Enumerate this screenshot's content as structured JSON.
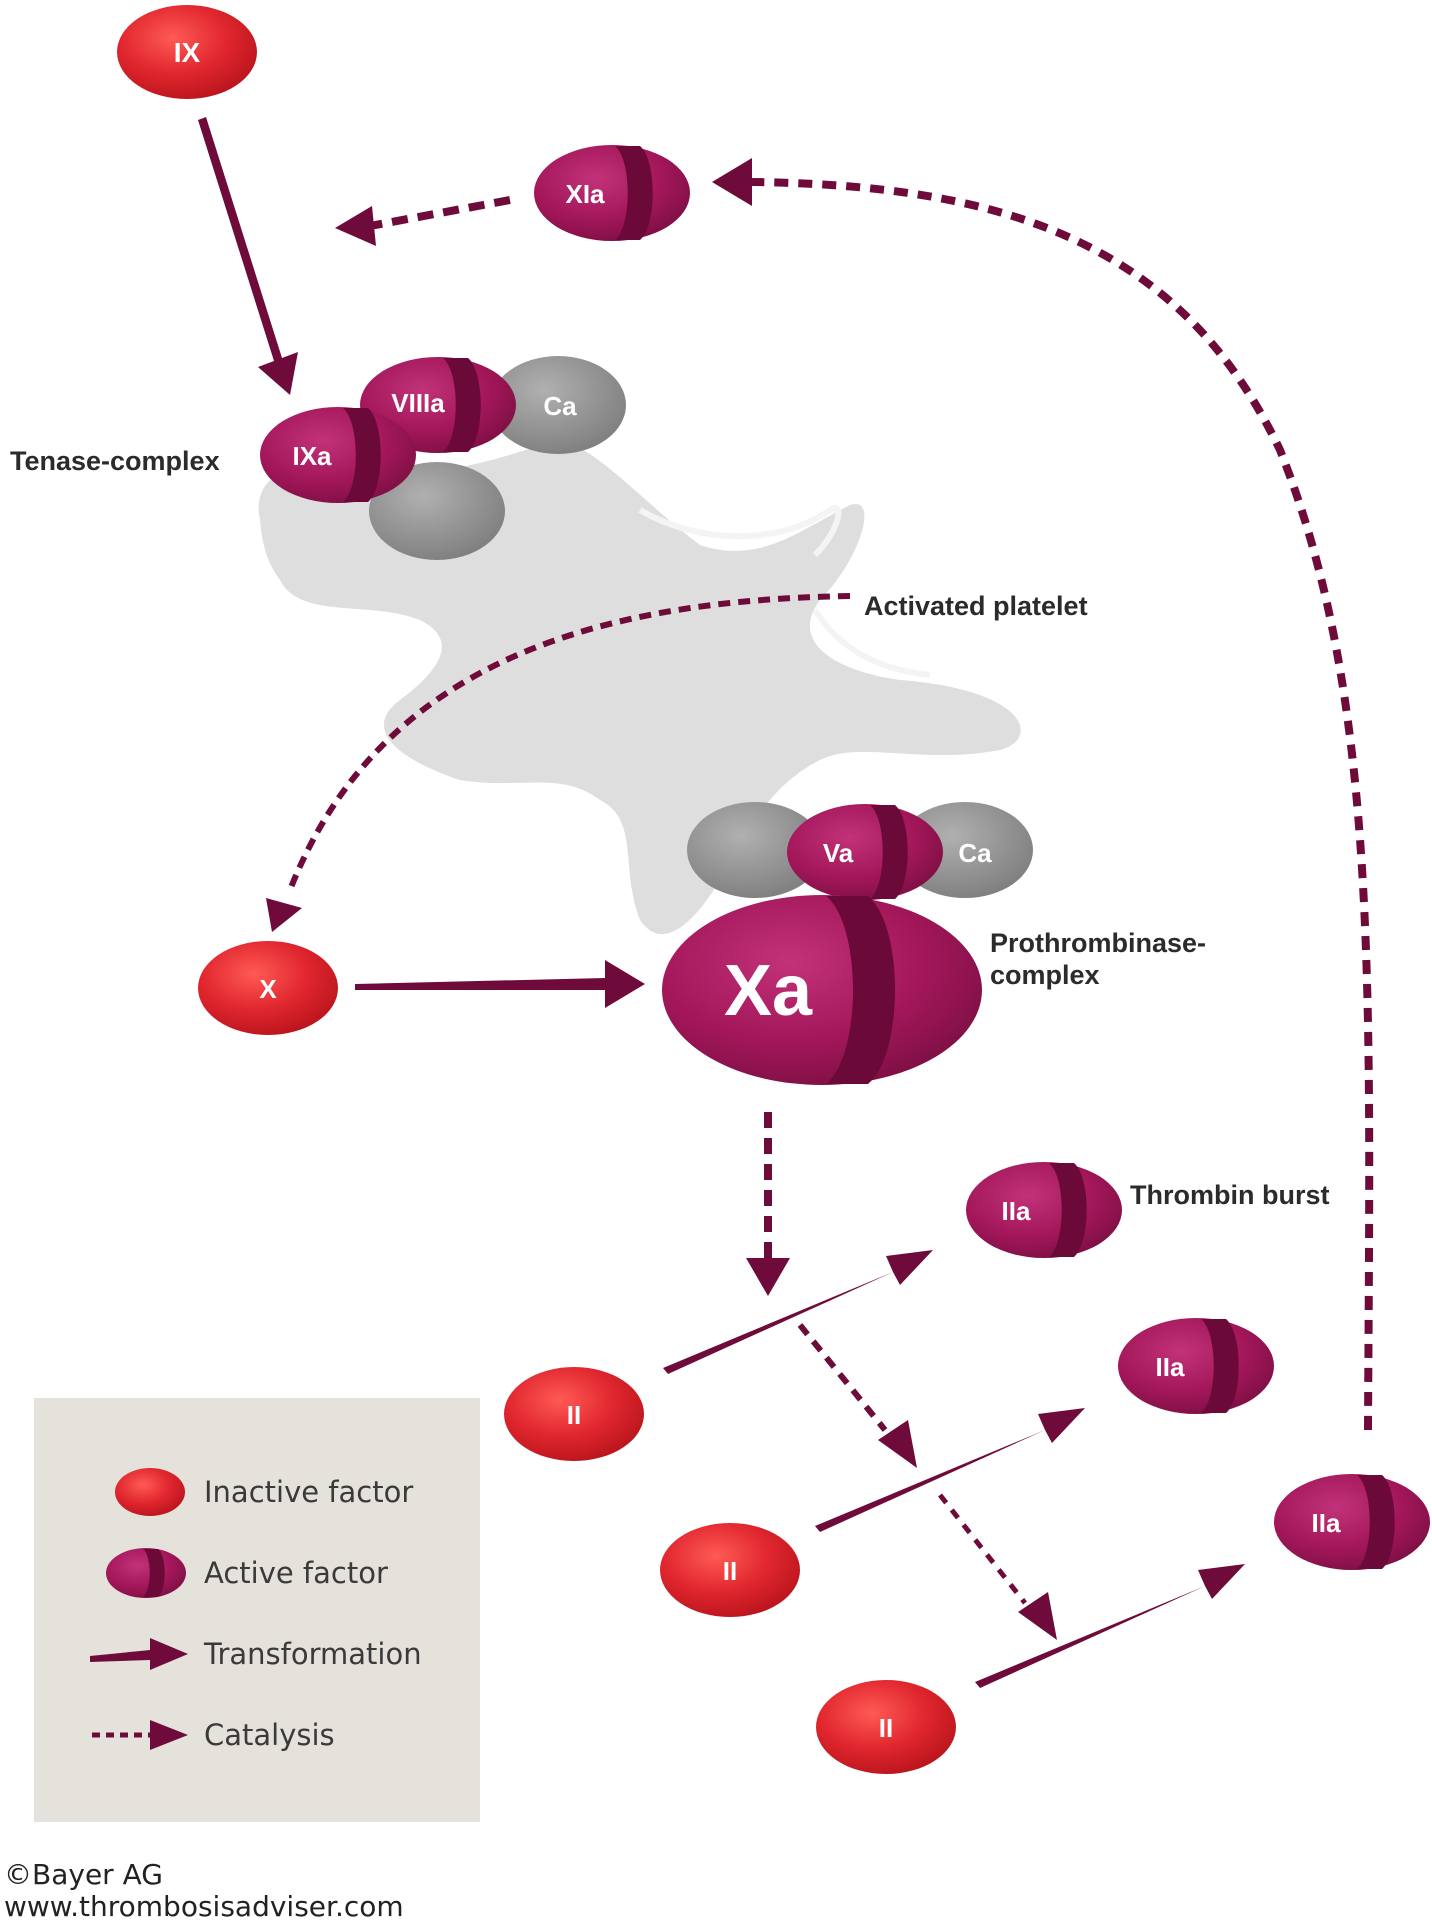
{
  "colors": {
    "inactive": "#e0262e",
    "active": "#a3175a",
    "active_dark": "#6b0a38",
    "arrow": "#6e0b3a",
    "gray_protein": "#8f8f8f",
    "platelet": "#dedede",
    "legend_bg": "#e5e2dc"
  },
  "factors": {
    "ix": "IX",
    "xia": "XIa",
    "viiia": "VIIIa",
    "ca_top": "Ca",
    "ixa": "IXa",
    "x": "X",
    "va": "Va",
    "ca_bottom": "Ca",
    "xa": "Xa",
    "iia_1": "IIa",
    "iia_2": "IIa",
    "iia_3": "IIa",
    "ii_1": "II",
    "ii_2": "II",
    "ii_3": "II"
  },
  "labels": {
    "tenase": "Tenase-complex",
    "activated_platelet": "Activated platelet",
    "prothrombinase_line1": "Prothrombinase-",
    "prothrombinase_line2": "complex",
    "thrombin_burst": "Thrombin burst"
  },
  "legend": {
    "inactive": "Inactive factor",
    "active": "Active factor",
    "transformation": "Transformation",
    "catalysis": "Catalysis"
  },
  "credit": {
    "line1": "©Bayer AG",
    "line2": "www.thrombosisadviser.com"
  }
}
